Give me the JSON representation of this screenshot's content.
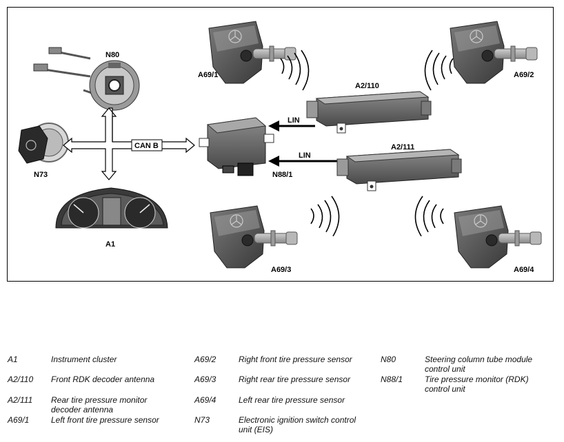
{
  "diagram": {
    "labels": {
      "n80": "N80",
      "n73": "N73",
      "a1": "A1",
      "can_b": "CAN B",
      "n88_1": "N88/1",
      "lin_top": "LIN",
      "lin_bottom": "LIN",
      "a2_110": "A2/110",
      "a2_111": "A2/111",
      "a69_1": "A69/1",
      "a69_2": "A69/2",
      "a69_3": "A69/3",
      "a69_4": "A69/4"
    }
  },
  "legend": {
    "columns": [
      [
        {
          "code": "A1",
          "desc": "Instrument cluster"
        },
        {
          "code": "A2/110",
          "desc": "Front RDK decoder antenna"
        },
        {
          "code": "A2/111",
          "desc": "Rear tire pressure monitor decoder antenna"
        },
        {
          "code": "A69/1",
          "desc": "Left front tire pressure sensor"
        }
      ],
      [
        {
          "code": "A69/2",
          "desc": "Right front tire pressure sensor"
        },
        {
          "code": "A69/3",
          "desc": "Right rear tire pressure sensor"
        },
        {
          "code": "A69/4",
          "desc": "Left rear tire pressure sensor"
        },
        {
          "code": "N73",
          "desc": "Electronic ignition switch control unit (EIS)"
        }
      ],
      [
        {
          "code": "N80",
          "desc": "Steering column tube module control unit"
        },
        {
          "code": "N88/1",
          "desc": "Tire pressure monitor (RDK) control unit"
        }
      ]
    ]
  }
}
